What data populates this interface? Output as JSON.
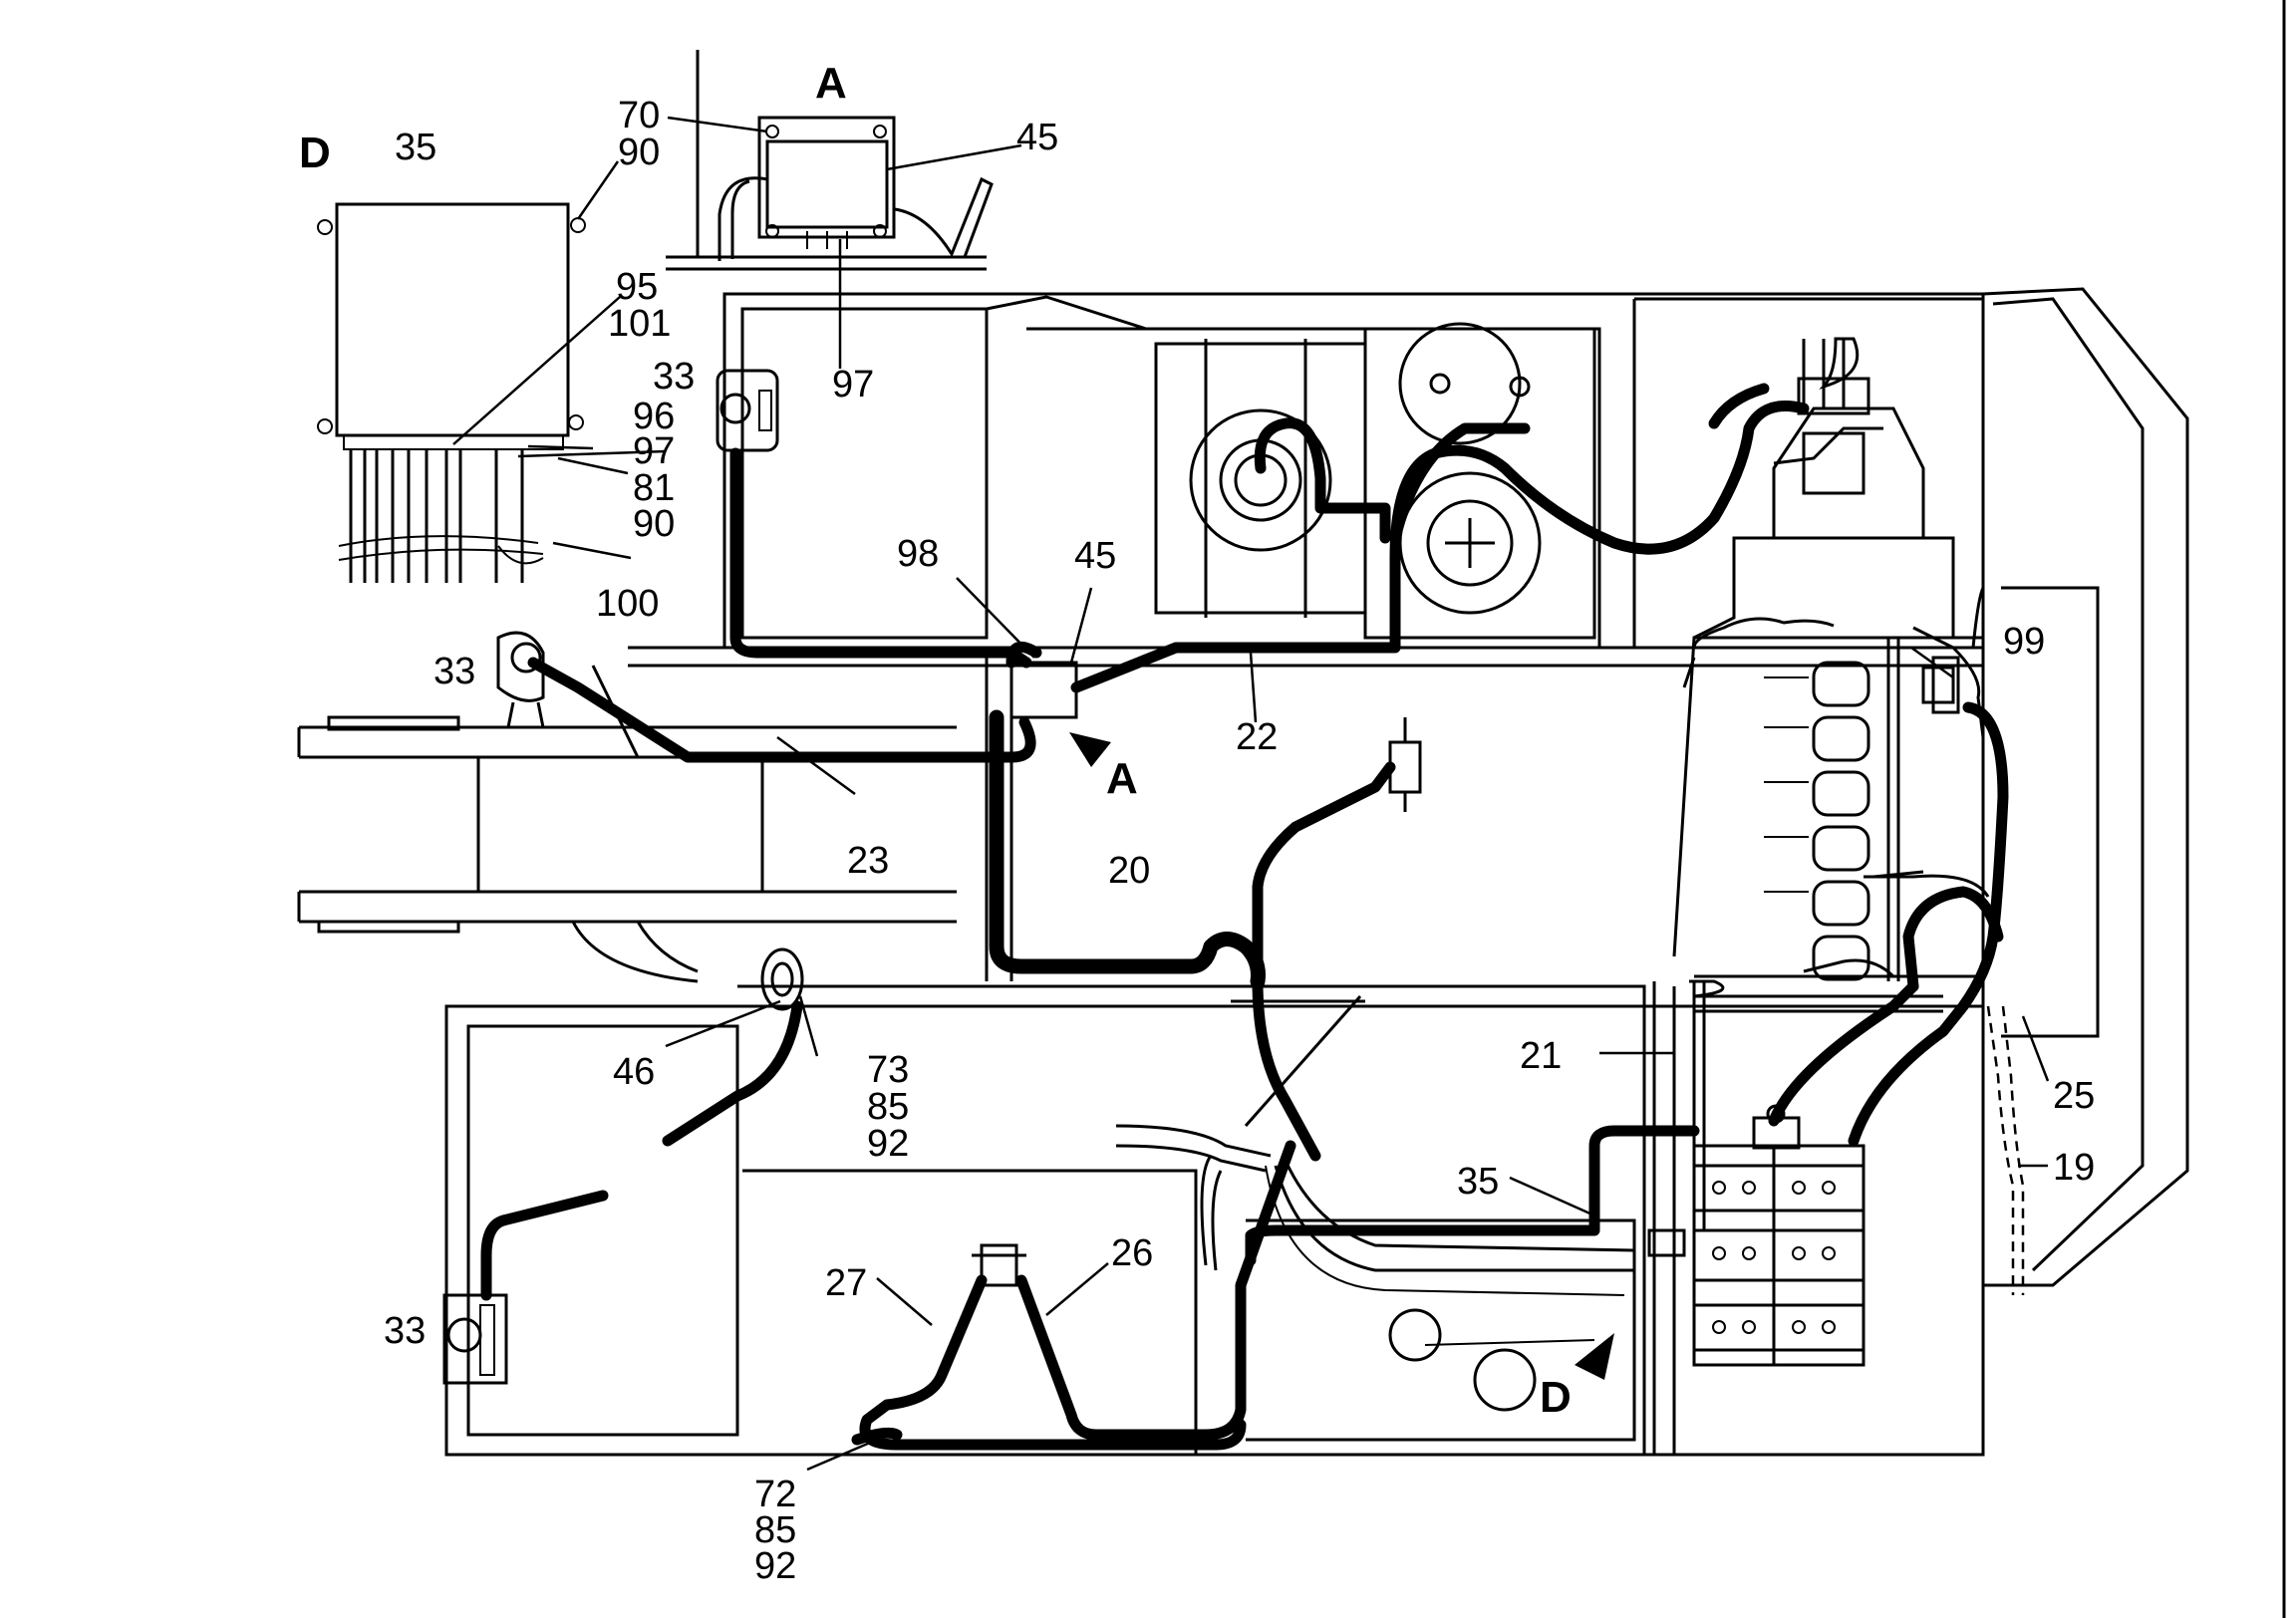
{
  "views": {
    "detail_a_title": "A",
    "detail_d_title": "D",
    "view_marker_a": "A",
    "view_marker_d": "D"
  },
  "callouts": {
    "c70": "70",
    "c90a": "90",
    "c45a": "45",
    "c35a": "35",
    "c97a": "97",
    "c95": "95",
    "c101": "101",
    "c96": "96",
    "c97b": "97",
    "c81": "81",
    "c90b": "90",
    "c100": "100",
    "c33a": "33",
    "c33b": "33",
    "c33c": "33",
    "c98": "98",
    "c45b": "45",
    "c22": "22",
    "c23": "23",
    "c20": "20",
    "c99": "99",
    "c21": "21",
    "c25": "25",
    "c19": "19",
    "c46": "46",
    "c73": "73",
    "c85a": "85",
    "c92a": "92",
    "c35b": "35",
    "c27": "27",
    "c26": "26",
    "c72": "72",
    "c85b": "85",
    "c92b": "92"
  },
  "colors": {
    "line": "#000000",
    "background": "#ffffff"
  }
}
